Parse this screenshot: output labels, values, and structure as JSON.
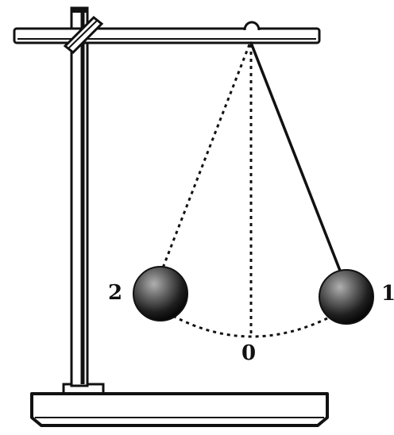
{
  "labels": {
    "left_position": "2",
    "right_position": "1",
    "rest_position": "0"
  },
  "colors": {
    "ink": "#111111",
    "ball_highlight": "#9a9a9a",
    "ball_shadow": "#0a0a0a",
    "background": "#ffffff"
  }
}
